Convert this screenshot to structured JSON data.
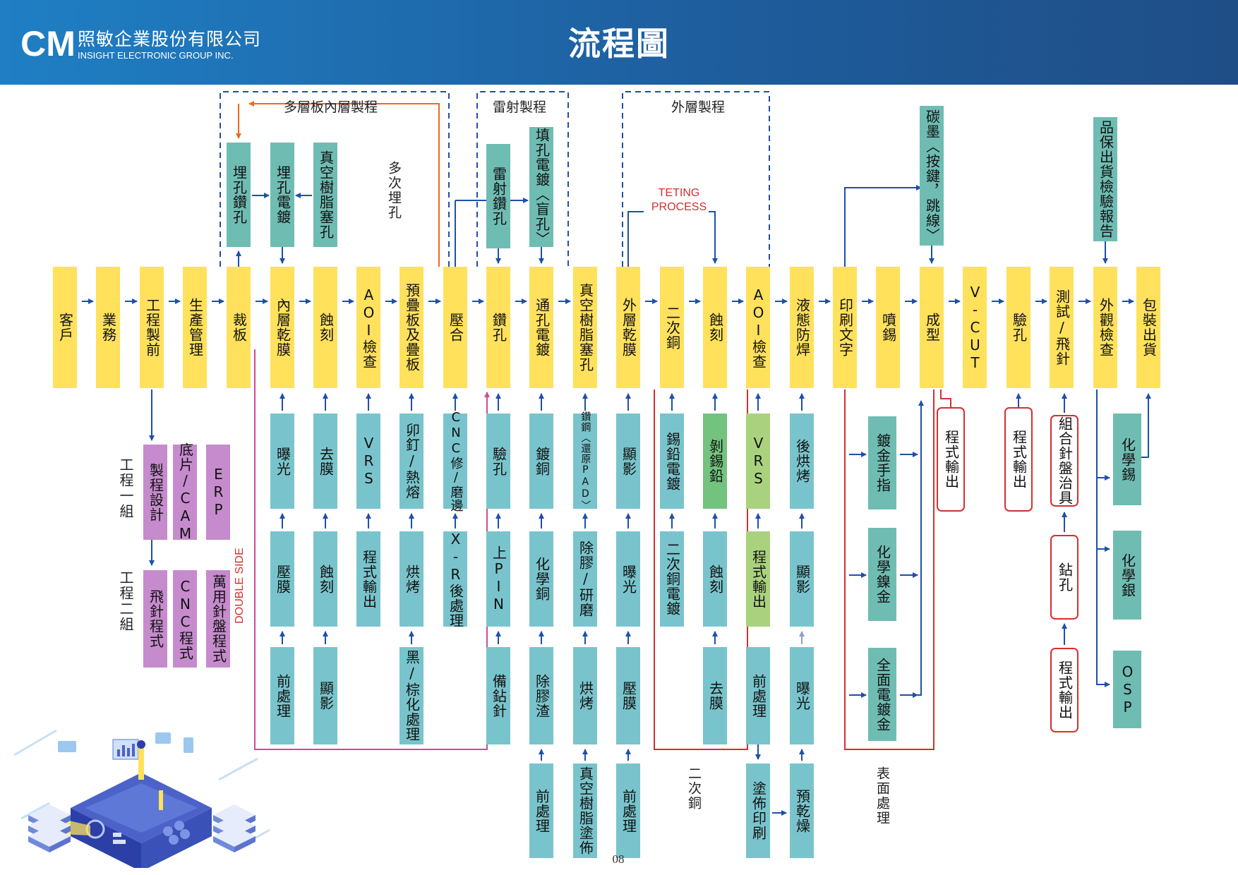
{
  "header": {
    "company_zh": "照敏企業股份有限公司",
    "company_en": "INSIGHT ELECTRONIC GROUP INC.",
    "logo_text": "CM",
    "title": "流程圖"
  },
  "colors": {
    "header_blue": "#1f6fb5",
    "main_step": "#ffe15c",
    "sub_step": "#79c4cc",
    "engineering": "#c58bcc",
    "arrow_blue": "#1f4fa8",
    "arrow_orange": "#ef6a1e",
    "line_red": "#d3302f",
    "line_pink": "#d04b8e"
  },
  "main_flow": [
    "客戶",
    "業務",
    "工程製前",
    "生產管理",
    "裁板",
    "內層乾膜",
    "蝕刻",
    "AOI檢查",
    "預疊板及疊板",
    "壓合",
    "鑽孔",
    "通孔電鍍",
    "真空樹脂塞孔",
    "外層乾膜",
    "二次銅",
    "蝕刻",
    "AOI檢查",
    "液態防焊",
    "印刷文字",
    "噴錫",
    "成型",
    "V-CUT",
    "驗孔",
    "測試/飛針",
    "外觀檢查",
    "包裝出貨"
  ],
  "top_steps": {
    "buried_drill": "埋孔鑽孔",
    "buried_plating": "埋孔電鍍",
    "vacuum_resin_plug": "真空樹脂塞孔",
    "laser_drill": "雷射鑽孔",
    "fill_plating": "填孔電鍍〈盲孔〉",
    "carbon_ink": "碳墨〈按鍵，跳線〉",
    "qa_report": "品保出貨檢驗報告"
  },
  "group_labels": {
    "multilayer": "多層板內層製程",
    "laser": "雷射製程",
    "outer": "外層製程",
    "multi_buried": "多次埋孔",
    "teting": "TETING PROCESS",
    "double_side": "DOUBLE SIDE",
    "second_copper": "二次銅",
    "surface_treatment": "表面處理",
    "eng_group1": "工程一組",
    "eng_group2": "工程二組"
  },
  "engineering_boxes": [
    "製程設計",
    "底片/CAM",
    "ERP",
    "飛針程式",
    "CNC程式",
    "萬用針盤程式"
  ],
  "sub_steps": {
    "inner_dry_film": [
      "曝光",
      "壓膜",
      "前處理"
    ],
    "etch1": [
      "去膜",
      "蝕刻",
      "顯影"
    ],
    "aoi1": [
      "VRS",
      "程式輸出"
    ],
    "stack": [
      "卯釘/熱熔",
      "烘烤",
      "黑/棕化處理"
    ],
    "press": [
      "CNC修/磨邊",
      "X-R後處理"
    ],
    "drill": [
      "驗孔",
      "上PIN",
      "備鉆針"
    ],
    "pth": [
      "鍍銅",
      "化學銅",
      "除膠渣",
      "前處理"
    ],
    "vacuum_plug": [
      "鑽鋼〈還原PAD〉",
      "除膠/研磨",
      "烘烤",
      "真空樹脂塗佈"
    ],
    "outer_dry_film": [
      "顯影",
      "曝光",
      "壓膜",
      "前處理"
    ],
    "second_cu": [
      "錫鉛電鍍",
      "二次銅電鍍"
    ],
    "etch2": [
      "剝錫鉛",
      "蝕刻",
      "去膜"
    ],
    "aoi2": [
      "VRS",
      "程式輸出",
      "前處理",
      "塗佈印刷"
    ],
    "solder_mask": [
      "後烘烤",
      "顯影",
      "曝光",
      "預乾燥"
    ],
    "surface": [
      "鍍金手指",
      "化學鎳金",
      "全面電鍍金"
    ],
    "routing": [
      "程式輸出"
    ],
    "hole_check": [
      "程式輸出"
    ],
    "test": [
      "組合針盤治具",
      "鉆孔",
      "程式輸出"
    ],
    "final_finish": [
      "化學錫",
      "化學銀",
      "OSP"
    ]
  },
  "page_number": "08"
}
